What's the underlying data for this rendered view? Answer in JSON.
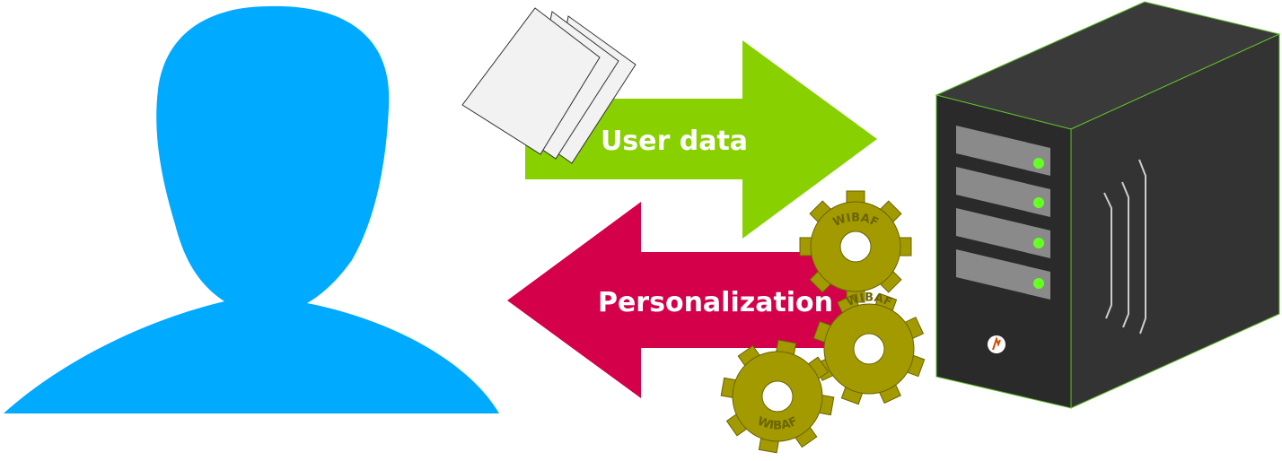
{
  "arrows": {
    "upload_label": "User data",
    "download_label": "Personalization"
  },
  "gears": {
    "engraving": "WIBAF"
  },
  "colors": {
    "user": "#00aaff",
    "upload_arrow": "#88d000",
    "download_arrow": "#d4004a",
    "gear": "#a39a00",
    "server_body": "#2e2e2e",
    "server_led": "#66ff22"
  },
  "icons": [
    "user-silhouette-icon",
    "documents-icon",
    "gear-icon",
    "server-tower-icon"
  ]
}
